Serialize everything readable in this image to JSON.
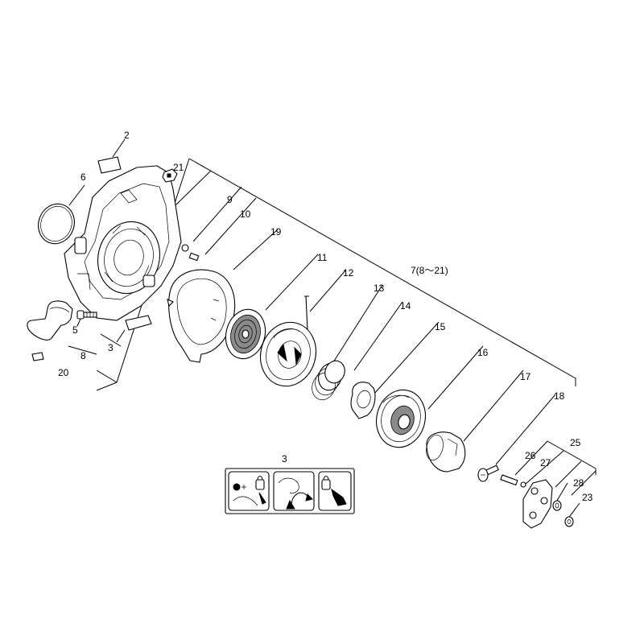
{
  "callouts": {
    "c2": "2",
    "c6": "6",
    "c21": "21",
    "c9": "9",
    "c10": "10",
    "c19": "19",
    "c11": "11",
    "c12": "12",
    "c7": "7(8～21)",
    "c13": "13",
    "c14": "14",
    "c15": "15",
    "c16": "16",
    "c17": "17",
    "c18": "18",
    "c5": "5",
    "c3": "3",
    "c8": "8",
    "c20": "20",
    "c25": "25",
    "c26": "26",
    "c27": "27",
    "c28": "28",
    "c23": "23",
    "label3": "3"
  }
}
